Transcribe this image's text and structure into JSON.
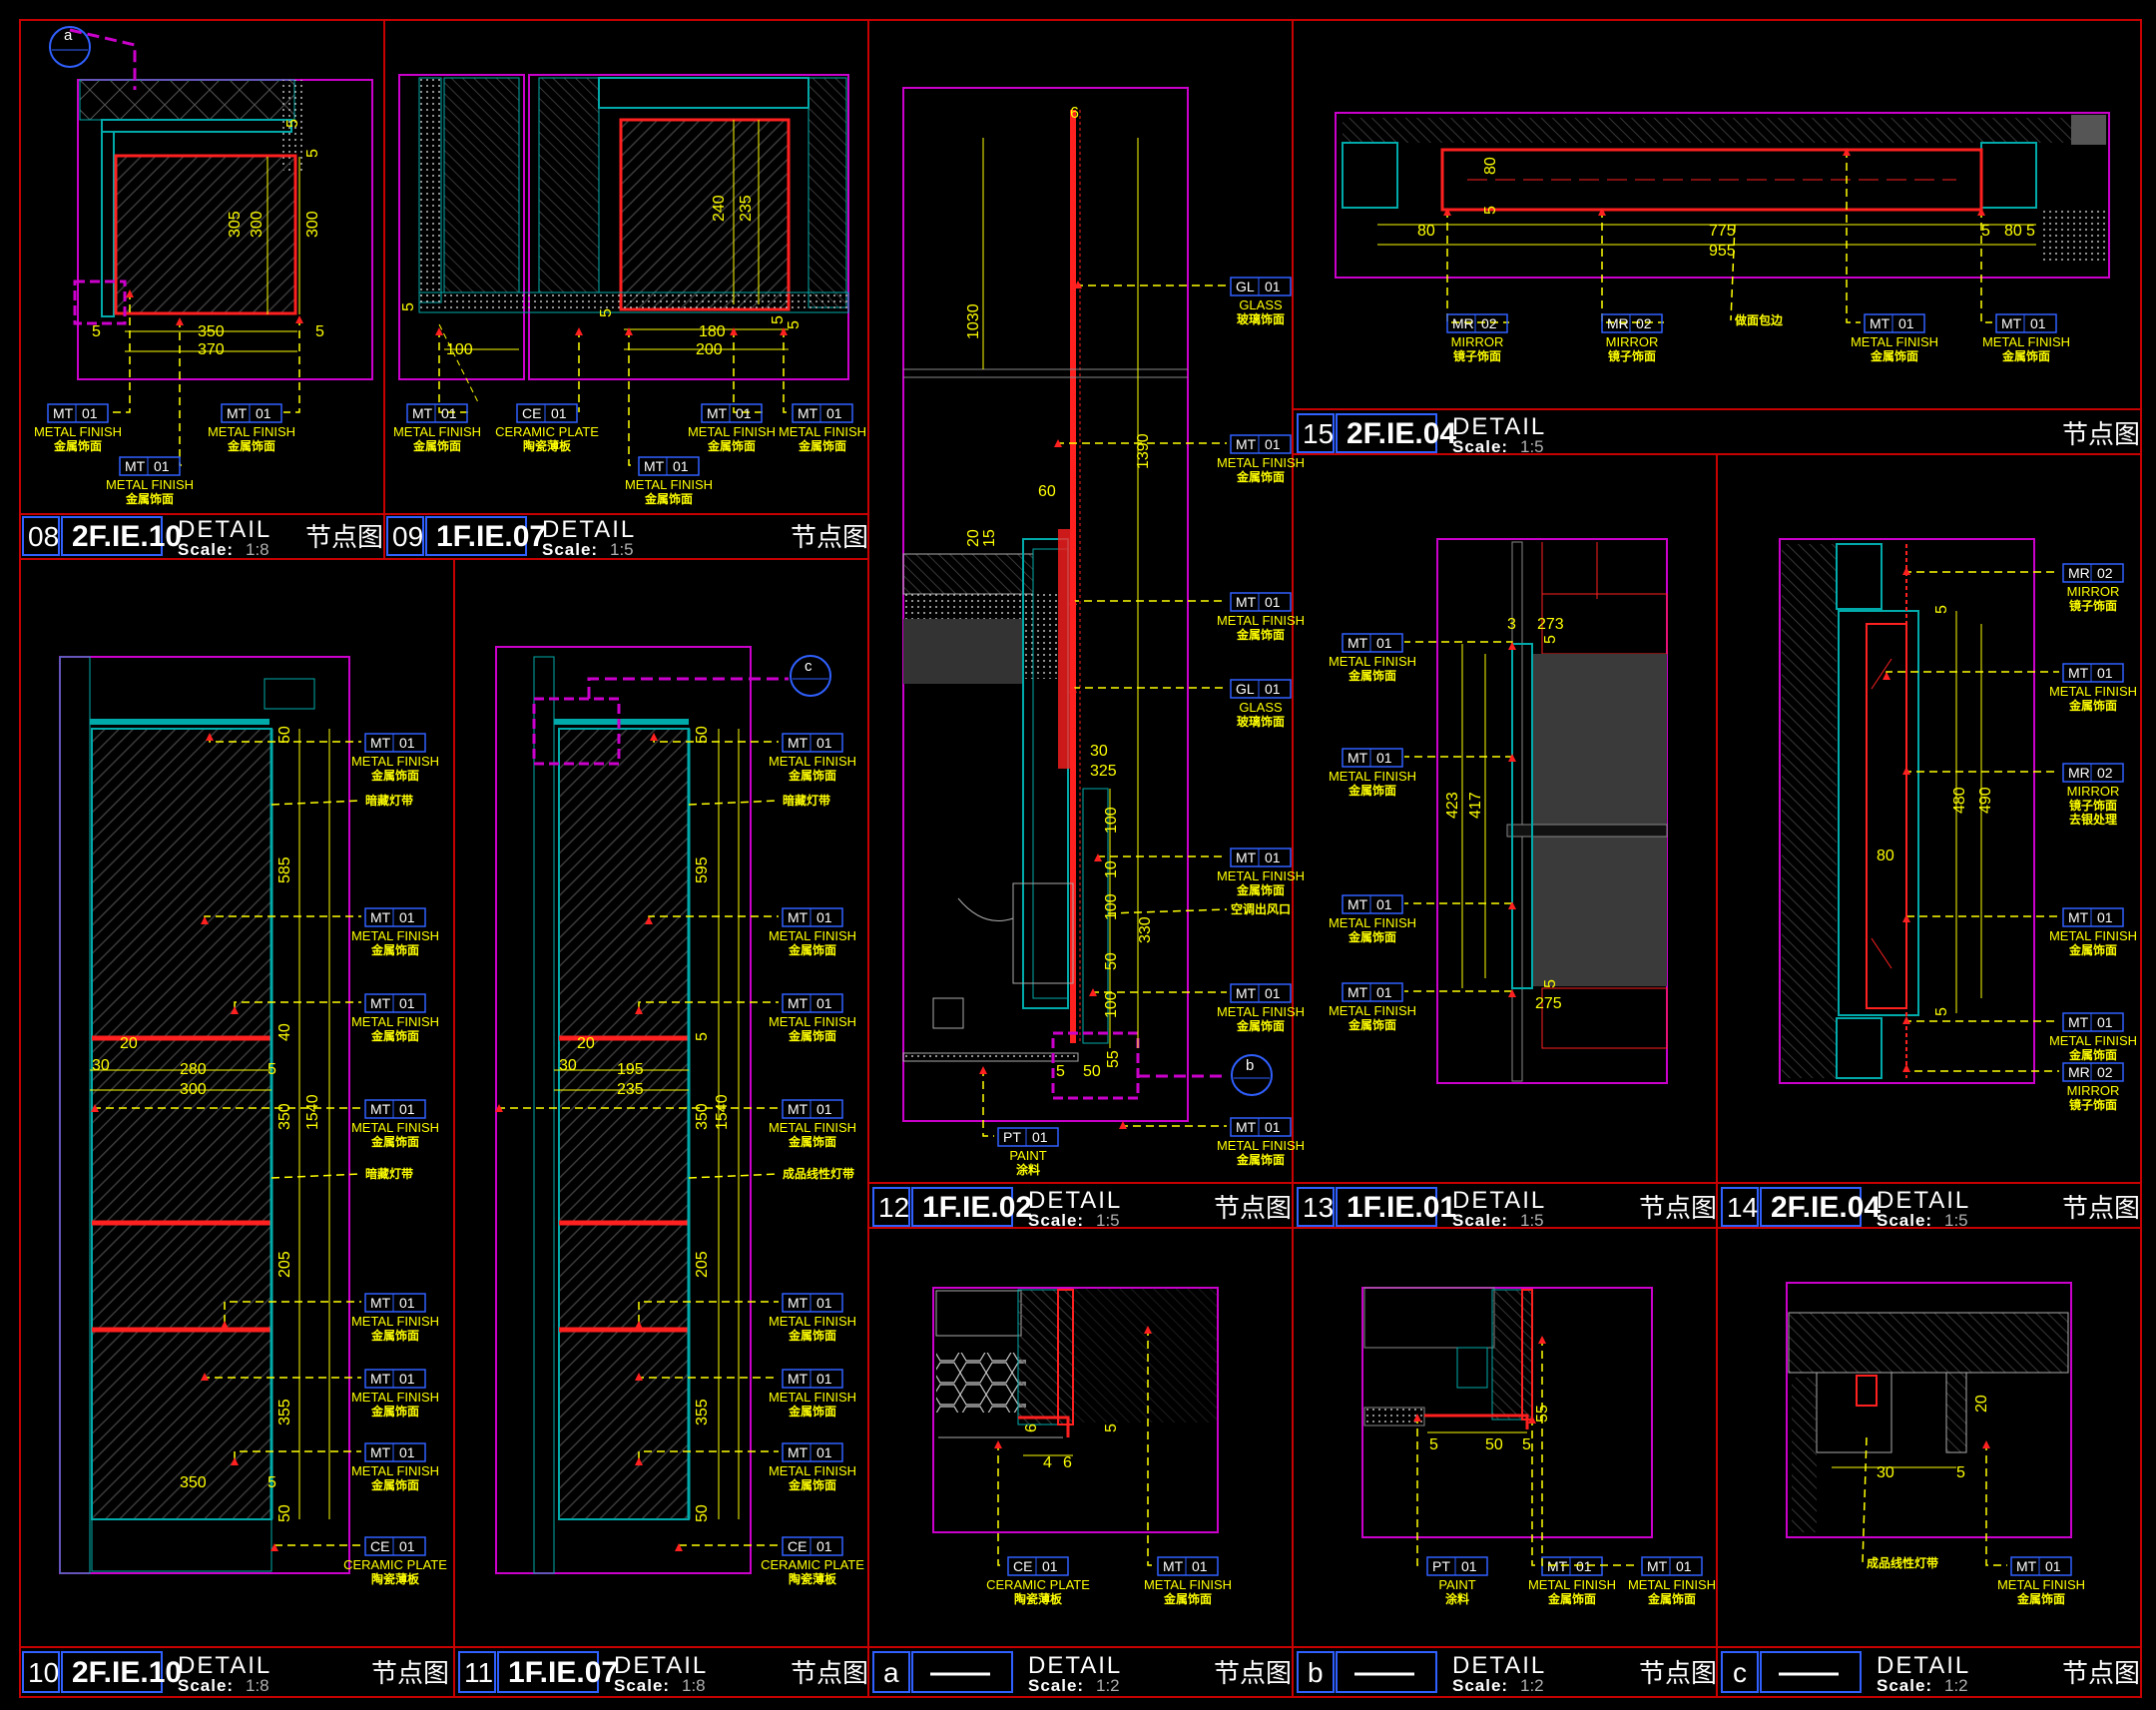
{
  "colors": {
    "frame": "#c80000",
    "boundary": "#cc00cc",
    "wall": "#00aaaa",
    "finish": "#ff2020",
    "leader": "#ffff00",
    "tagbox": "#3060ff",
    "dim": "#ffff00"
  },
  "panels": {
    "p08": {
      "num": "08",
      "ref": "2F.IE.10",
      "title": "DETAIL",
      "scale_label": "Scale:",
      "scale": "1:8",
      "type": "节点图",
      "dims": [
        "5",
        "350",
        "5",
        "370",
        "305",
        "300",
        "300",
        "5",
        "5"
      ],
      "tags": [
        {
          "code": "MT",
          "idx": "01",
          "en": "METAL FINISH",
          "cn": "金属饰面"
        },
        {
          "code": "MT",
          "idx": "01",
          "en": "METAL FINISH",
          "cn": "金属饰面"
        },
        {
          "code": "MT",
          "idx": "01",
          "en": "METAL FINISH",
          "cn": "金属饰面"
        }
      ],
      "ref_mark": "a"
    },
    "p09": {
      "num": "09",
      "ref": "1F.IE.07",
      "title": "DETAIL",
      "scale_label": "Scale:",
      "scale": "1:5",
      "type": "节点图",
      "dims": [
        "5",
        "100",
        "5",
        "180",
        "200",
        "240",
        "235",
        "5",
        "5"
      ],
      "tags": [
        {
          "code": "MT",
          "idx": "01",
          "en": "METAL FINISH",
          "cn": "金属饰面"
        },
        {
          "code": "CE",
          "idx": "01",
          "en": "CERAMIC PLATE",
          "cn": "陶瓷薄板"
        },
        {
          "code": "MT",
          "idx": "01",
          "en": "METAL FINISH",
          "cn": "金属饰面"
        },
        {
          "code": "MT",
          "idx": "01",
          "en": "METAL FINISH",
          "cn": "金属饰面"
        },
        {
          "code": "MT",
          "idx": "01",
          "en": "METAL FINISH",
          "cn": "金属饰面"
        }
      ]
    },
    "p10": {
      "num": "10",
      "ref": "2F.IE.10",
      "title": "DETAIL",
      "scale_label": "Scale:",
      "scale": "1:8",
      "type": "节点图",
      "dims": [
        "50",
        "585",
        "40",
        "20",
        "30",
        "280",
        "5",
        "300",
        "350",
        "1540",
        "205",
        "355",
        "350",
        "5",
        "50"
      ],
      "notes": [
        "暗藏灯带",
        "暗藏灯带"
      ],
      "tags": [
        {
          "code": "MT",
          "idx": "01",
          "en": "METAL FINISH",
          "cn": "金属饰面"
        },
        {
          "code": "MT",
          "idx": "01",
          "en": "METAL FINISH",
          "cn": "金属饰面"
        },
        {
          "code": "MT",
          "idx": "01",
          "en": "METAL FINISH",
          "cn": "金属饰面"
        },
        {
          "code": "MT",
          "idx": "01",
          "en": "METAL FINISH",
          "cn": "金属饰面"
        },
        {
          "code": "MT",
          "idx": "01",
          "en": "METAL FINISH",
          "cn": "金属饰面"
        },
        {
          "code": "MT",
          "idx": "01",
          "en": "METAL FINISH",
          "cn": "金属饰面"
        },
        {
          "code": "MT",
          "idx": "01",
          "en": "METAL FINISH",
          "cn": "金属饰面"
        },
        {
          "code": "CE",
          "idx": "01",
          "en": "CERAMIC PLATE",
          "cn": "陶瓷薄板"
        }
      ]
    },
    "p11": {
      "num": "11",
      "ref": "1F.IE.07",
      "title": "DETAIL",
      "scale_label": "Scale:",
      "scale": "1:8",
      "type": "节点图",
      "dims": [
        "50",
        "595",
        "5",
        "20",
        "30",
        "195",
        "235",
        "350",
        "1540",
        "205",
        "355",
        "50"
      ],
      "notes": [
        "暗藏灯带",
        "成品线性灯带"
      ],
      "ref_mark": "c",
      "tags": [
        {
          "code": "MT",
          "idx": "01",
          "en": "METAL FINISH",
          "cn": "金属饰面"
        },
        {
          "code": "MT",
          "idx": "01",
          "en": "METAL FINISH",
          "cn": "金属饰面"
        },
        {
          "code": "MT",
          "idx": "01",
          "en": "METAL FINISH",
          "cn": "金属饰面"
        },
        {
          "code": "MT",
          "idx": "01",
          "en": "METAL FINISH",
          "cn": "金属饰面"
        },
        {
          "code": "MT",
          "idx": "01",
          "en": "METAL FINISH",
          "cn": "金属饰面"
        },
        {
          "code": "MT",
          "idx": "01",
          "en": "METAL FINISH",
          "cn": "金属饰面"
        },
        {
          "code": "MT",
          "idx": "01",
          "en": "METAL FINISH",
          "cn": "金属饰面"
        },
        {
          "code": "CE",
          "idx": "01",
          "en": "CERAMIC PLATE",
          "cn": "陶瓷薄板"
        }
      ]
    },
    "p12": {
      "num": "12",
      "ref": "1F.IE.02",
      "title": "DETAIL",
      "scale_label": "Scale:",
      "scale": "1:5",
      "type": "节点图",
      "dims": [
        "6",
        "1030",
        "1390",
        "60",
        "20",
        "15",
        "30",
        "325",
        "100",
        "10",
        "100",
        "330",
        "50",
        "100",
        "5",
        "50",
        "55"
      ],
      "notes": [
        "空调出风口"
      ],
      "ref_mark": "b",
      "tags": [
        {
          "code": "GL",
          "idx": "01",
          "en": "GLASS",
          "cn": "玻璃饰面"
        },
        {
          "code": "MT",
          "idx": "01",
          "en": "METAL FINISH",
          "cn": "金属饰面"
        },
        {
          "code": "MT",
          "idx": "01",
          "en": "METAL FINISH",
          "cn": "金属饰面"
        },
        {
          "code": "GL",
          "idx": "01",
          "en": "GLASS",
          "cn": "玻璃饰面"
        },
        {
          "code": "MT",
          "idx": "01",
          "en": "METAL FINISH",
          "cn": "金属饰面"
        },
        {
          "code": "MT",
          "idx": "01",
          "en": "METAL FINISH",
          "cn": "金属饰面"
        },
        {
          "code": "PT",
          "idx": "01",
          "en": "PAINT",
          "cn": "涂料"
        },
        {
          "code": "MT",
          "idx": "01",
          "en": "METAL FINISH",
          "cn": "金属饰面"
        }
      ]
    },
    "p13": {
      "num": "13",
      "ref": "1F.IE.01",
      "title": "DETAIL",
      "scale_label": "Scale:",
      "scale": "1:5",
      "type": "节点图",
      "dims": [
        "3",
        "273",
        "5",
        "423",
        "417",
        "275",
        "5"
      ],
      "tags": [
        {
          "code": "MT",
          "idx": "01",
          "en": "METAL FINISH",
          "cn": "金属饰面"
        },
        {
          "code": "MT",
          "idx": "01",
          "en": "METAL FINISH",
          "cn": "金属饰面"
        },
        {
          "code": "MT",
          "idx": "01",
          "en": "METAL FINISH",
          "cn": "金属饰面"
        },
        {
          "code": "MT",
          "idx": "01",
          "en": "METAL FINISH",
          "cn": "金属饰面"
        }
      ]
    },
    "p14": {
      "num": "14",
      "ref": "2F.IE.04",
      "title": "DETAIL",
      "scale_label": "Scale:",
      "scale": "1:5",
      "type": "节点图",
      "dims": [
        "5",
        "480",
        "490",
        "80",
        "5"
      ],
      "tags": [
        {
          "code": "MR",
          "idx": "02",
          "en": "MIRROR",
          "cn": "镜子饰面"
        },
        {
          "code": "MT",
          "idx": "01",
          "en": "METAL FINISH",
          "cn": "金属饰面"
        },
        {
          "code": "MR",
          "idx": "02",
          "en": "MIRROR",
          "cn": "镜子饰面",
          "cn2": "去银处理"
        },
        {
          "code": "MT",
          "idx": "01",
          "en": "METAL FINISH",
          "cn": "金属饰面"
        },
        {
          "code": "MT",
          "idx": "01",
          "en": "METAL FINISH",
          "cn": "金属饰面"
        },
        {
          "code": "MR",
          "idx": "02",
          "en": "MIRROR",
          "cn": "镜子饰面"
        }
      ]
    },
    "p15": {
      "num": "15",
      "ref": "2F.IE.04",
      "title": "DETAIL",
      "scale_label": "Scale:",
      "scale": "1:5",
      "type": "节点图",
      "dims": [
        "80",
        "5",
        "80",
        "775",
        "955",
        "5",
        "80",
        "5"
      ],
      "notes": [
        "做面包边"
      ],
      "tags": [
        {
          "code": "MR",
          "idx": "02",
          "en": "MIRROR",
          "cn": "镜子饰面"
        },
        {
          "code": "MR",
          "idx": "02",
          "en": "MIRROR",
          "cn": "镜子饰面"
        },
        {
          "code": "MT",
          "idx": "01",
          "en": "METAL FINISH",
          "cn": "金属饰面"
        },
        {
          "code": "MT",
          "idx": "01",
          "en": "METAL FINISH",
          "cn": "金属饰面"
        }
      ]
    },
    "pa": {
      "num": "a",
      "ref": "——",
      "title": "DETAIL",
      "scale_label": "Scale:",
      "scale": "1:2",
      "type": "节点图",
      "dims": [
        "6",
        "4",
        "6",
        "5"
      ],
      "tags": [
        {
          "code": "CE",
          "idx": "01",
          "en": "CERAMIC PLATE",
          "cn": "陶瓷薄板"
        },
        {
          "code": "MT",
          "idx": "01",
          "en": "METAL FINISH",
          "cn": "金属饰面"
        }
      ]
    },
    "pb": {
      "num": "b",
      "ref": "——",
      "title": "DETAIL",
      "scale_label": "Scale:",
      "scale": "1:2",
      "type": "节点图",
      "dims": [
        "5",
        "50",
        "5",
        "55"
      ],
      "tags": [
        {
          "code": "PT",
          "idx": "01",
          "en": "PAINT",
          "cn": "涂料"
        },
        {
          "code": "MT",
          "idx": "01",
          "en": "METAL FINISH",
          "cn": "金属饰面"
        },
        {
          "code": "MT",
          "idx": "01",
          "en": "METAL FINISH",
          "cn": "金属饰面"
        }
      ]
    },
    "pc": {
      "num": "c",
      "ref": "——",
      "title": "DETAIL",
      "scale_label": "Scale:",
      "scale": "1:2",
      "type": "节点图",
      "dims": [
        "20",
        "30",
        "5"
      ],
      "notes": [
        "成品线性灯带"
      ],
      "tags": [
        {
          "code": "MT",
          "idx": "01",
          "en": "METAL FINISH",
          "cn": "金属饰面"
        }
      ]
    }
  }
}
